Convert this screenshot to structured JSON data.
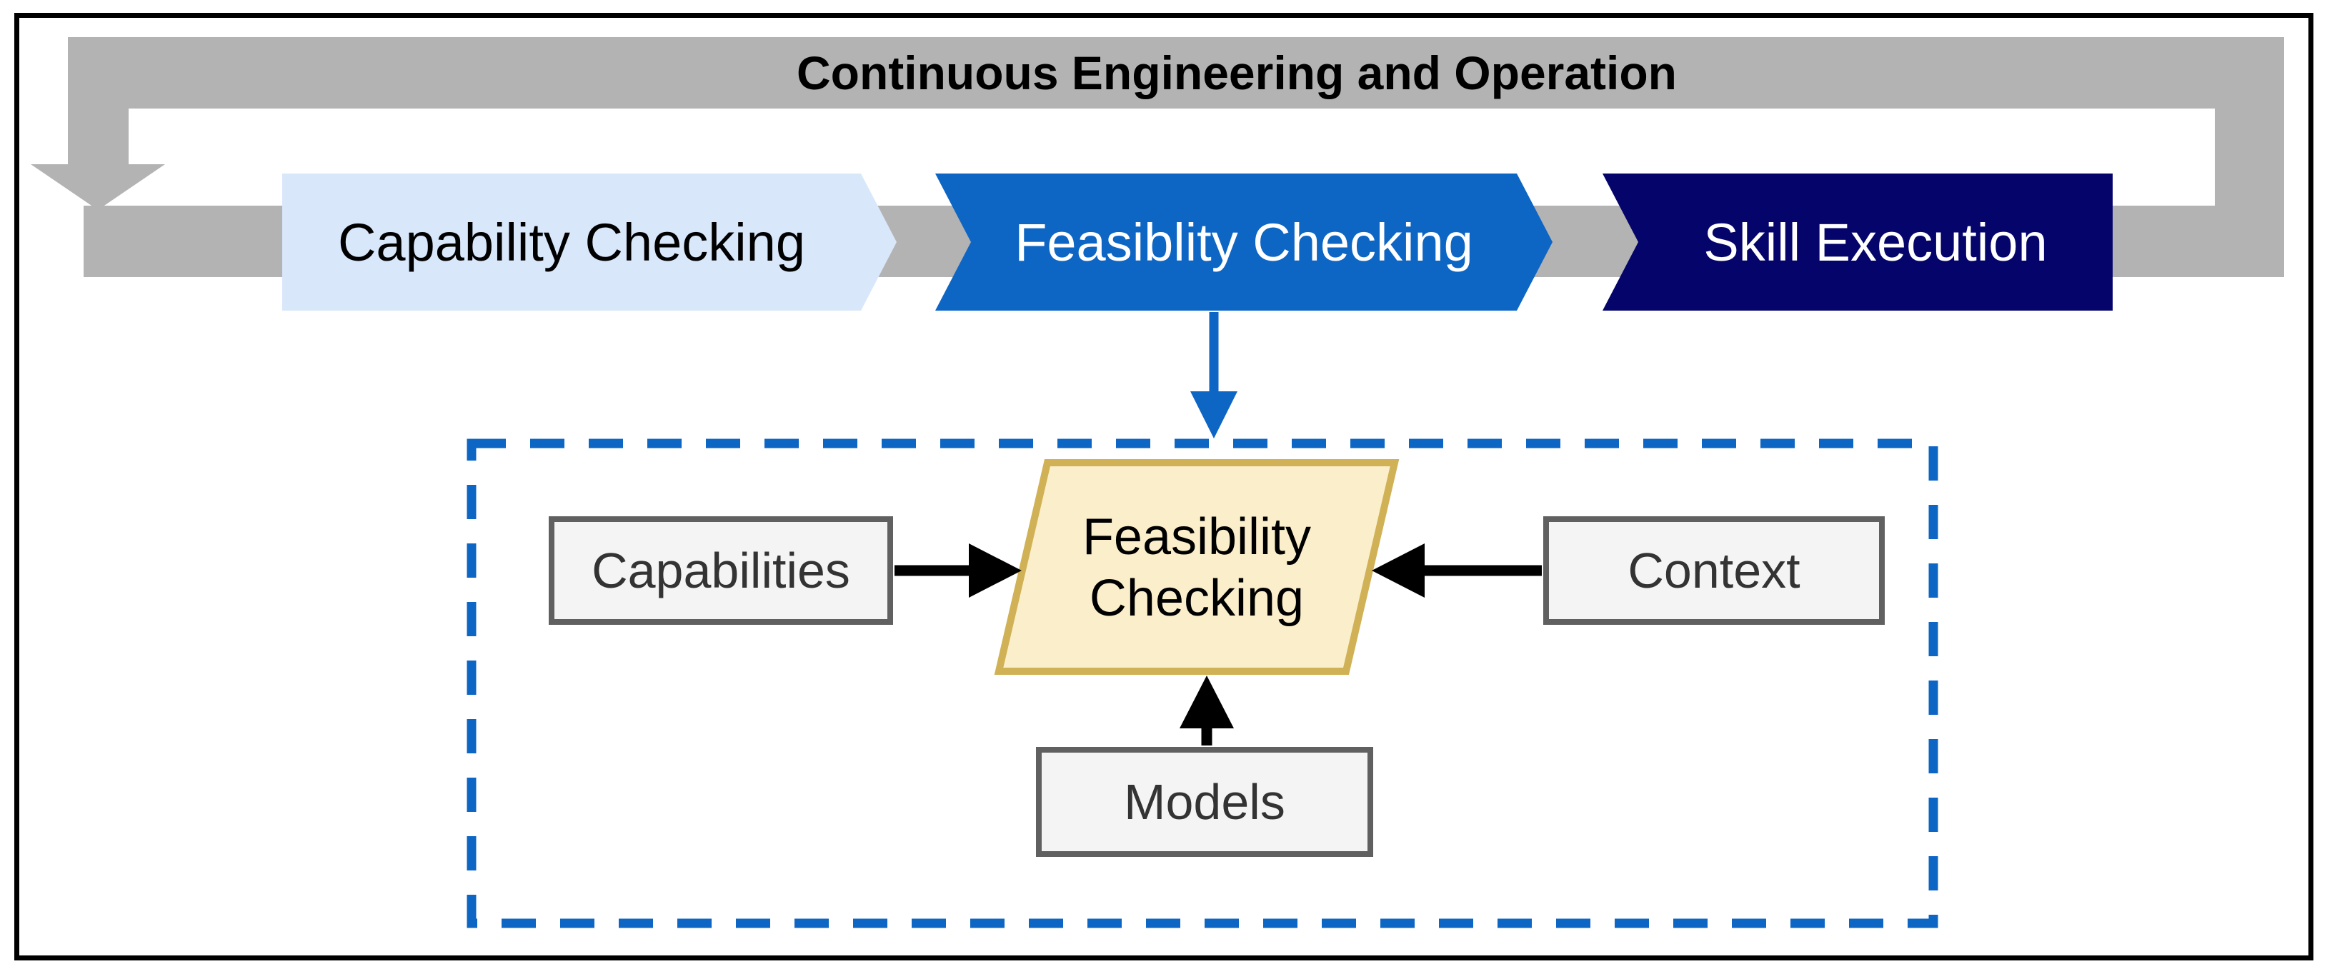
{
  "loop": {
    "title": "Continuous Engineering and Operation"
  },
  "pipeline": {
    "stages": [
      {
        "id": "capability-checking",
        "label": "Capability Checking"
      },
      {
        "id": "feasibility-checking",
        "label": "Feasiblity Checking"
      },
      {
        "id": "skill-execution",
        "label": "Skill Execution"
      }
    ]
  },
  "detail": {
    "process_label": "Feasibility\nChecking",
    "inputs": [
      {
        "id": "capabilities",
        "label": "Capabilities"
      },
      {
        "id": "context",
        "label": "Context"
      },
      {
        "id": "models",
        "label": "Models"
      }
    ]
  },
  "colors": {
    "loop_gray": "#b3b3b3",
    "stage_capability_fill": "#d9e7fb",
    "stage_feasibility_fill": "#0d65c4",
    "stage_skill_fill": "#04046b",
    "accent_blue": "#0d65c4",
    "dashed_panel_border": "#0d65c4",
    "process_fill": "#fbefcb",
    "process_stroke": "#d1b155",
    "input_box_fill": "#f4f4f4",
    "input_box_stroke": "#606060",
    "arrow_black": "#000000",
    "frame_black": "#000000"
  }
}
